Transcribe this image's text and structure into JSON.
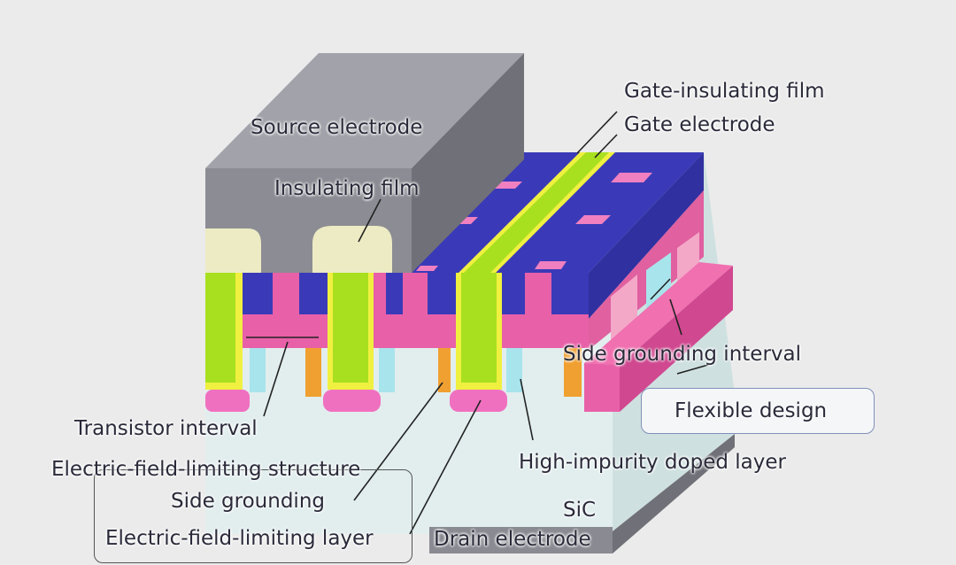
{
  "labels": {
    "source_electrode": "Source electrode",
    "insulating_film": "Insulating film",
    "gate_insulating_film": "Gate-insulating film",
    "gate_electrode": "Gate electrode",
    "side_grounding_interval": "Side grounding interval",
    "flexible_design": "Flexible design",
    "transistor_interval": "Transistor interval",
    "electric_field_limiting_structure": "Electric-field-limiting structure",
    "side_grounding": "Side grounding",
    "electric_field_limiting_layer": "Electric-field-limiting layer",
    "high_impurity_doped_layer": "High-impurity doped layer",
    "sic": "SiC",
    "drain_electrode": "Drain electrode"
  },
  "colors": {
    "background": "#ebebeb",
    "source_electrode": "#8c8c94",
    "blue_layer": "#3a3ab8",
    "pink_layer": "#e860a8",
    "gate_electrode": "#a8e020",
    "gate_insulating_film": "#f0f040",
    "insulating_film": "#ecebc4",
    "sic": "#e2eeee",
    "drain_electrode": "#707078",
    "cyan_region": "#a8e4ec"
  }
}
